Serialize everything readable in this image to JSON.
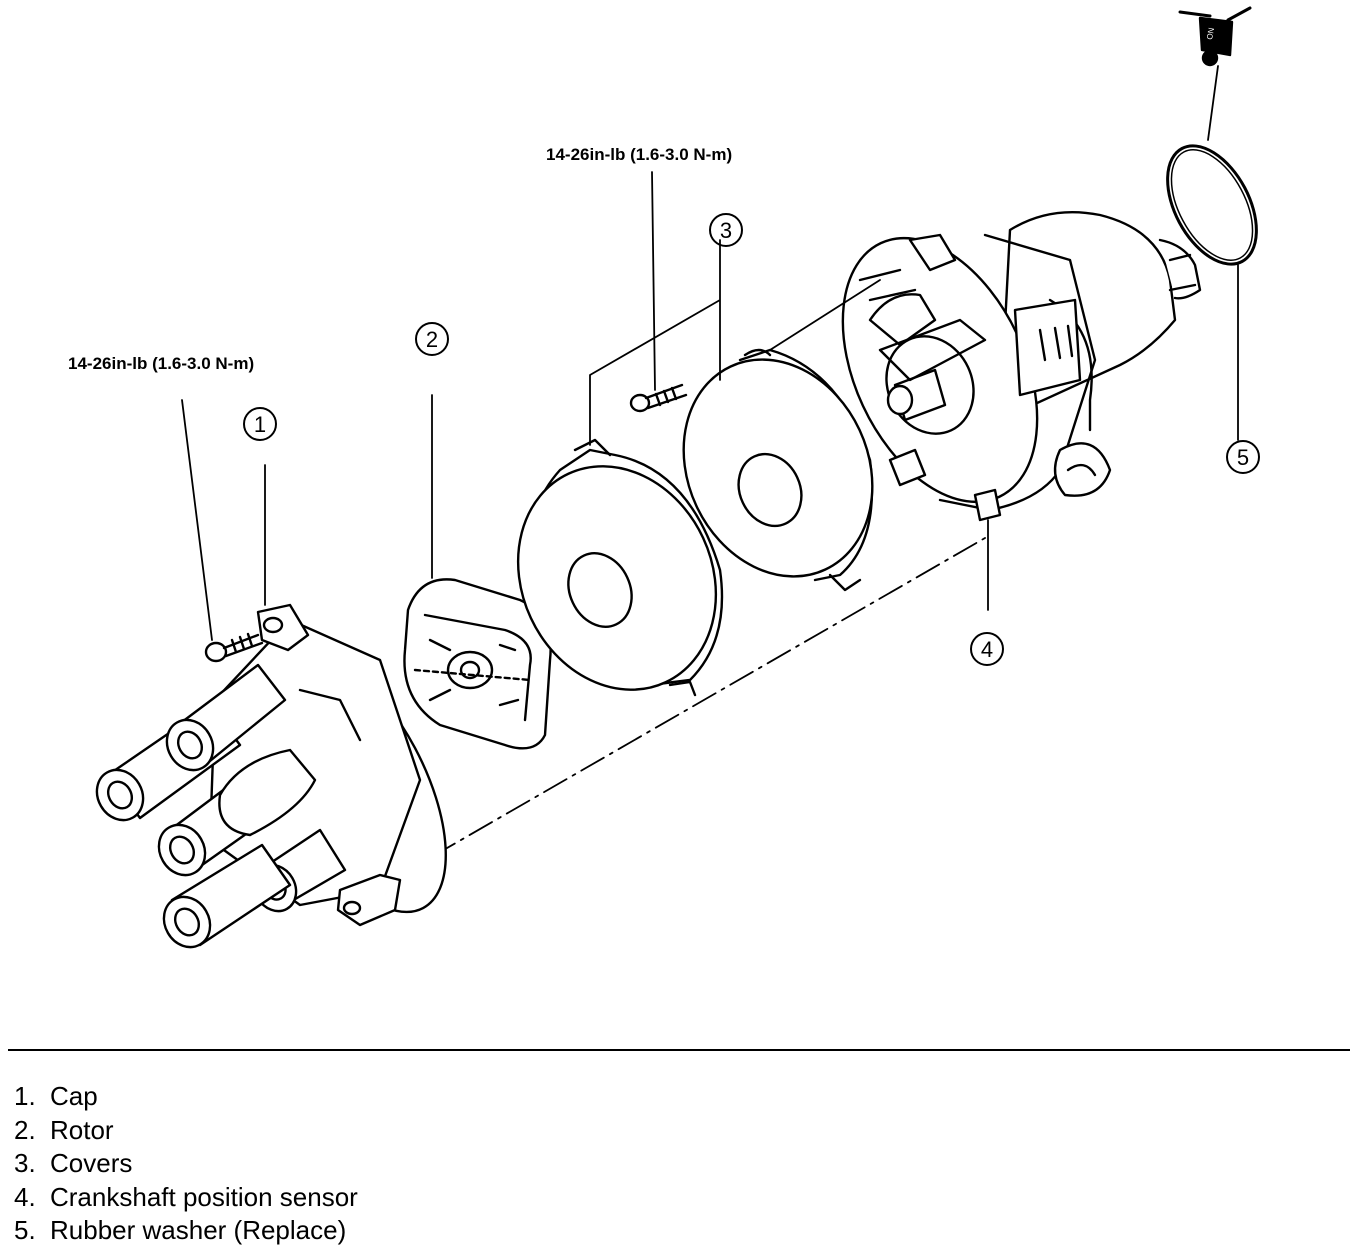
{
  "torque_left": "14-26in-lb (1.6-3.0 N-m)",
  "torque_right": "14-26in-lb (1.6-3.0 N-m)",
  "callouts": [
    "1",
    "2",
    "3",
    "4",
    "5"
  ],
  "switch_label": "ON",
  "legend": [
    {
      "num": "1.",
      "text": "Cap"
    },
    {
      "num": "2.",
      "text": "Rotor"
    },
    {
      "num": "3.",
      "text": "Covers"
    },
    {
      "num": "4.",
      "text": "Crankshaft position sensor"
    },
    {
      "num": "5.",
      "text": "Rubber washer (Replace)"
    }
  ]
}
